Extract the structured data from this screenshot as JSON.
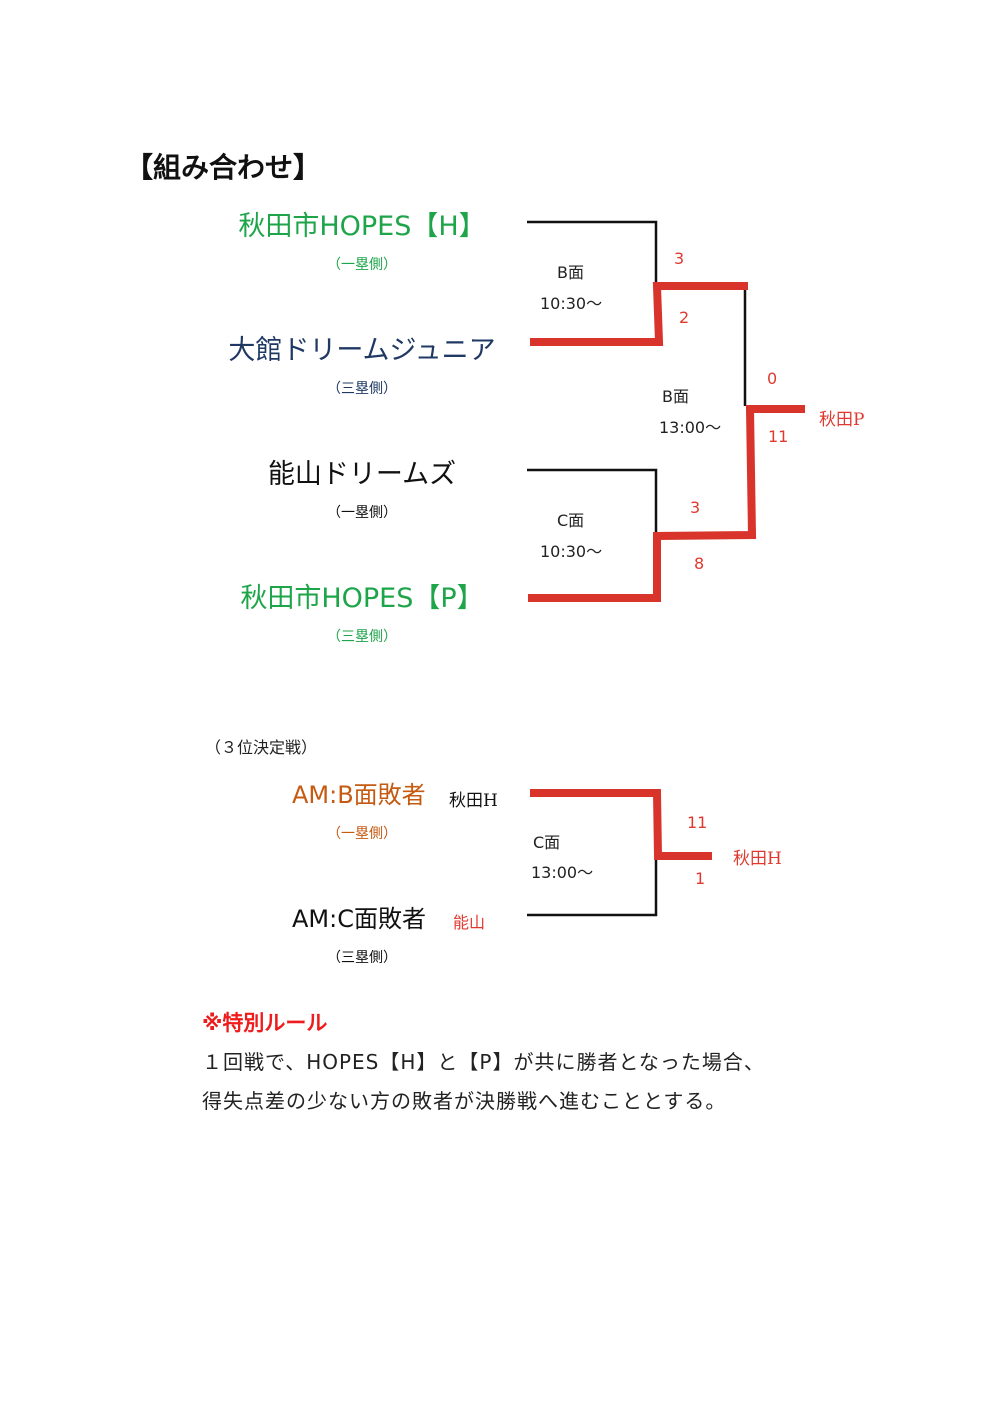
{
  "title": "【組み合わせ】",
  "bracket": {
    "teams": [
      {
        "name": "秋田市HOPES【H】",
        "side": "（一塁側）"
      },
      {
        "name": "大館ドリームジュニア",
        "side": "（三塁側）"
      },
      {
        "name": "能山ドリームズ",
        "side": "（一塁側）"
      },
      {
        "name": "秋田市HOPES【P】",
        "side": "（三塁側）"
      }
    ],
    "match1": {
      "field": "B面",
      "time": "10:30～",
      "score_top": "3",
      "score_bottom": "2"
    },
    "match2": {
      "field": "C面",
      "time": "10:30～",
      "score_top": "3",
      "score_bottom": "8"
    },
    "final": {
      "field": "B面",
      "time": "13:00～",
      "score_top": "0",
      "score_bottom": "11",
      "winner": "秋田P"
    }
  },
  "third_place": {
    "heading": "（３位決定戦）",
    "top": {
      "name": "AM:B面敗者",
      "side": "（一塁側）",
      "actual": "秋田H"
    },
    "bottom": {
      "name": "AM:C面敗者",
      "side": "（三塁側）",
      "actual": "能山"
    },
    "field": "C面",
    "time": "13:00～",
    "score_top": "11",
    "score_bottom": "1",
    "winner": "秋田H"
  },
  "rule": {
    "heading": "※特別ルール",
    "line1": "１回戦で、HOPES【H】と【P】が共に勝者となった場合、",
    "line2": "得失点差の少ない方の敗者が決勝戦へ進むこととする。"
  },
  "colors": {
    "line_red": "#d9342b",
    "green": "#1ea54a",
    "navy": "#1f3864",
    "orange": "#c55a11"
  }
}
